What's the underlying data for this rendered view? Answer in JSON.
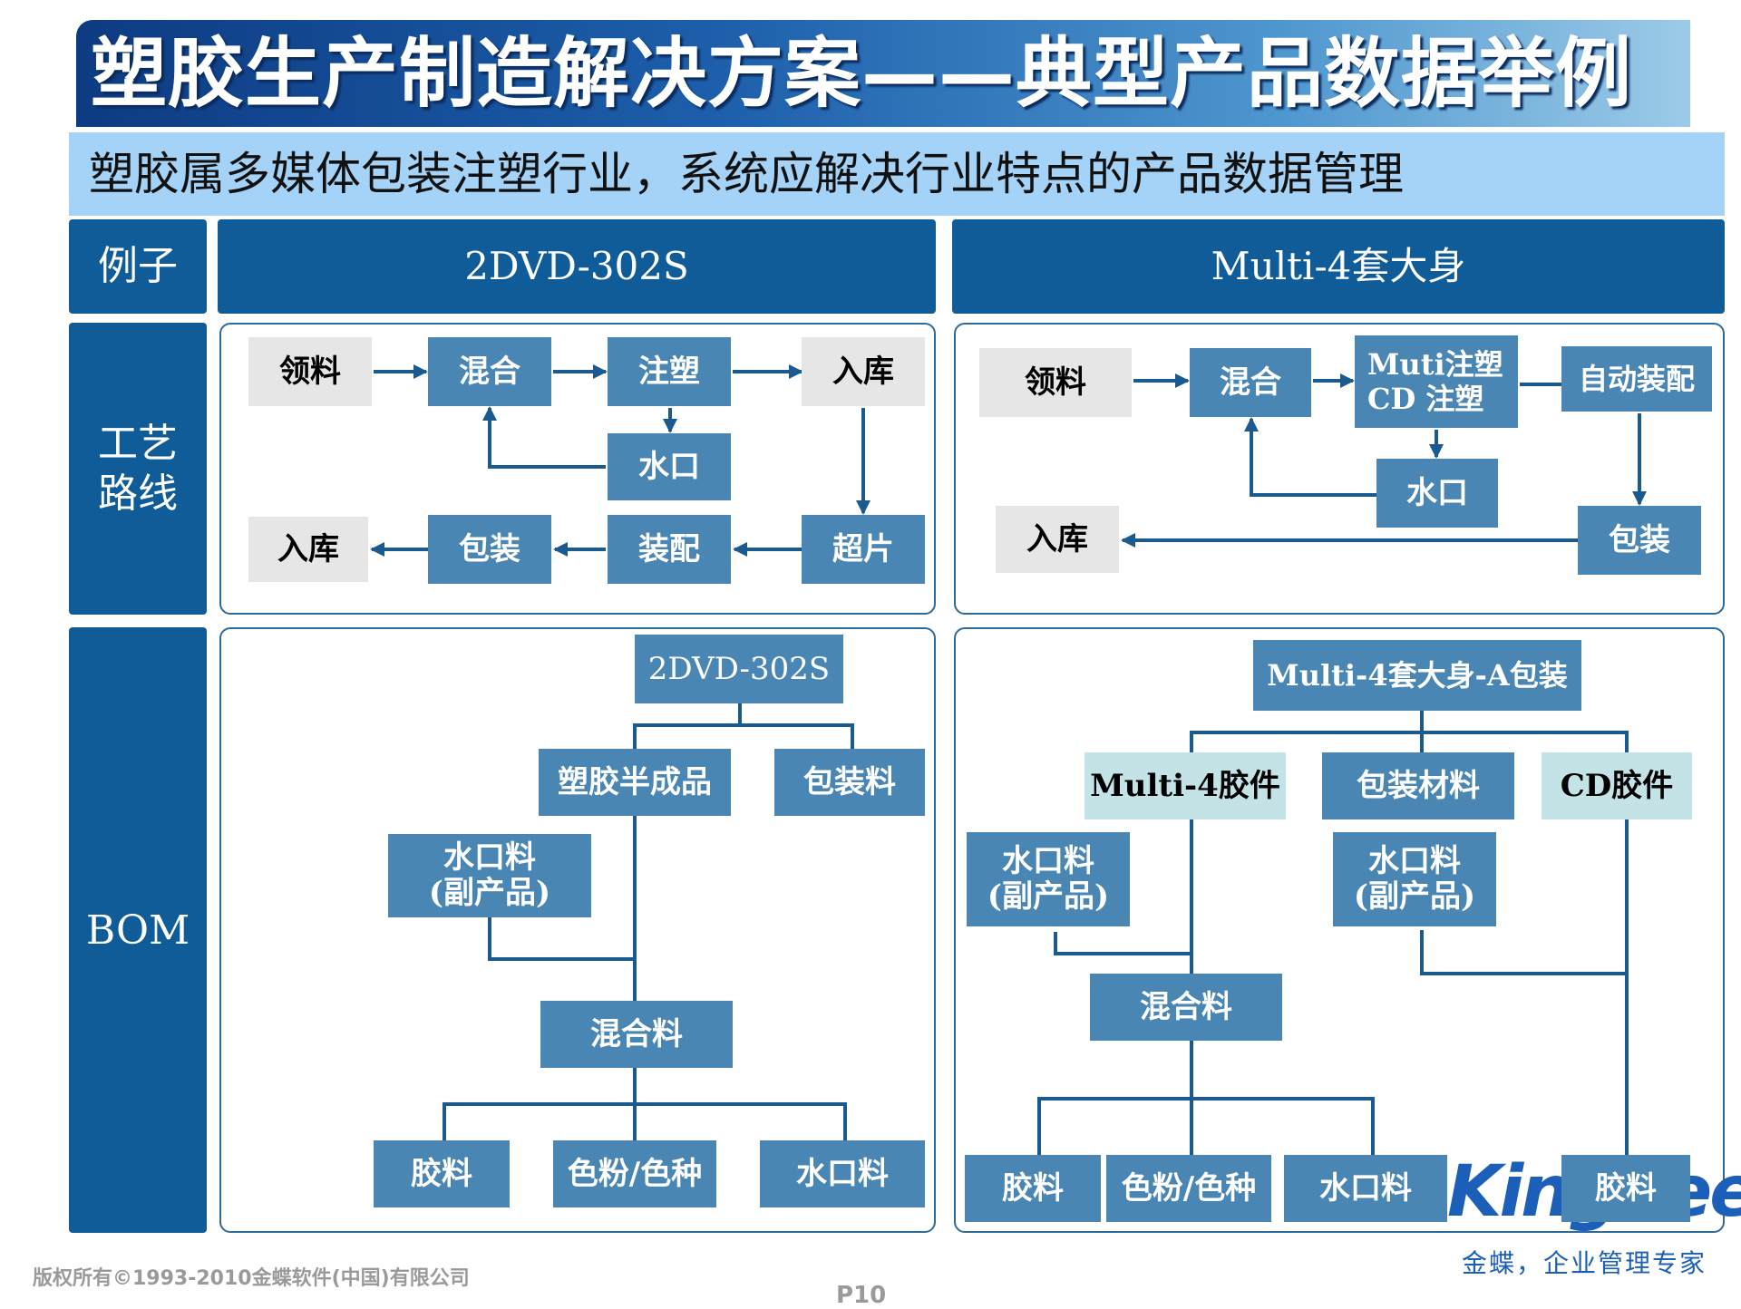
{
  "title": "塑胶生产制造解决方案——典型产品数据举例",
  "subtitle": "塑胶属多媒体包装注塑行业，系统应解决行业特点的产品数据管理",
  "headers": {
    "row_label_example": "例子",
    "example1": "2DVD-302S",
    "example2": "Multi-4套大身",
    "row_label_route": "工艺\n路线",
    "row_label_bom": "BOM"
  },
  "route1": {
    "lingliao": "领料",
    "hunhe": "混合",
    "zhusu": "注塑",
    "ruku_top": "入库",
    "shuikou": "水口",
    "ruku_bottom": "入库",
    "baozhuang": "包装",
    "zhuangpei": "装配",
    "chaopian": "超片"
  },
  "route2": {
    "lingliao": "领料",
    "hunhe": "混合",
    "zhusu": "Muti注塑\nCD  注塑",
    "zidong": "自动装配",
    "shuikou": "水口",
    "ruku": "入库",
    "baozhuang": "包装"
  },
  "bom1": {
    "root": "2DVD-302S",
    "semi": "塑胶半成品",
    "pack": "包装料",
    "nozzle": "水口料\n(副产品)",
    "mix": "混合料",
    "glue": "胶料",
    "color": "色粉/色种",
    "nozzle2": "水口料"
  },
  "bom2": {
    "root": "Multi-4套大身-A包装",
    "multi": "Multi-4胶件",
    "packmat": "包装材料",
    "cd": "CD胶件",
    "nozzle_l": "水口料\n(副产品)",
    "nozzle_r": "水口料\n(副产品)",
    "mix": "混合料",
    "glue": "胶料",
    "color": "色粉/色种",
    "nozzle2": "水口料",
    "glue_r": "胶料"
  },
  "logo": {
    "text": "Kingdee",
    "slogan": "金蝶，企业管理专家"
  },
  "footer": {
    "copyright": "版权所有©1993-2010金蝶软件(中国)有限公司",
    "page": "P10"
  },
  "colors": {
    "header": "#0f5c99",
    "box": "#4a86b4",
    "line": "#1b5a8f",
    "subtitle_bg": "#a4d3f7"
  }
}
